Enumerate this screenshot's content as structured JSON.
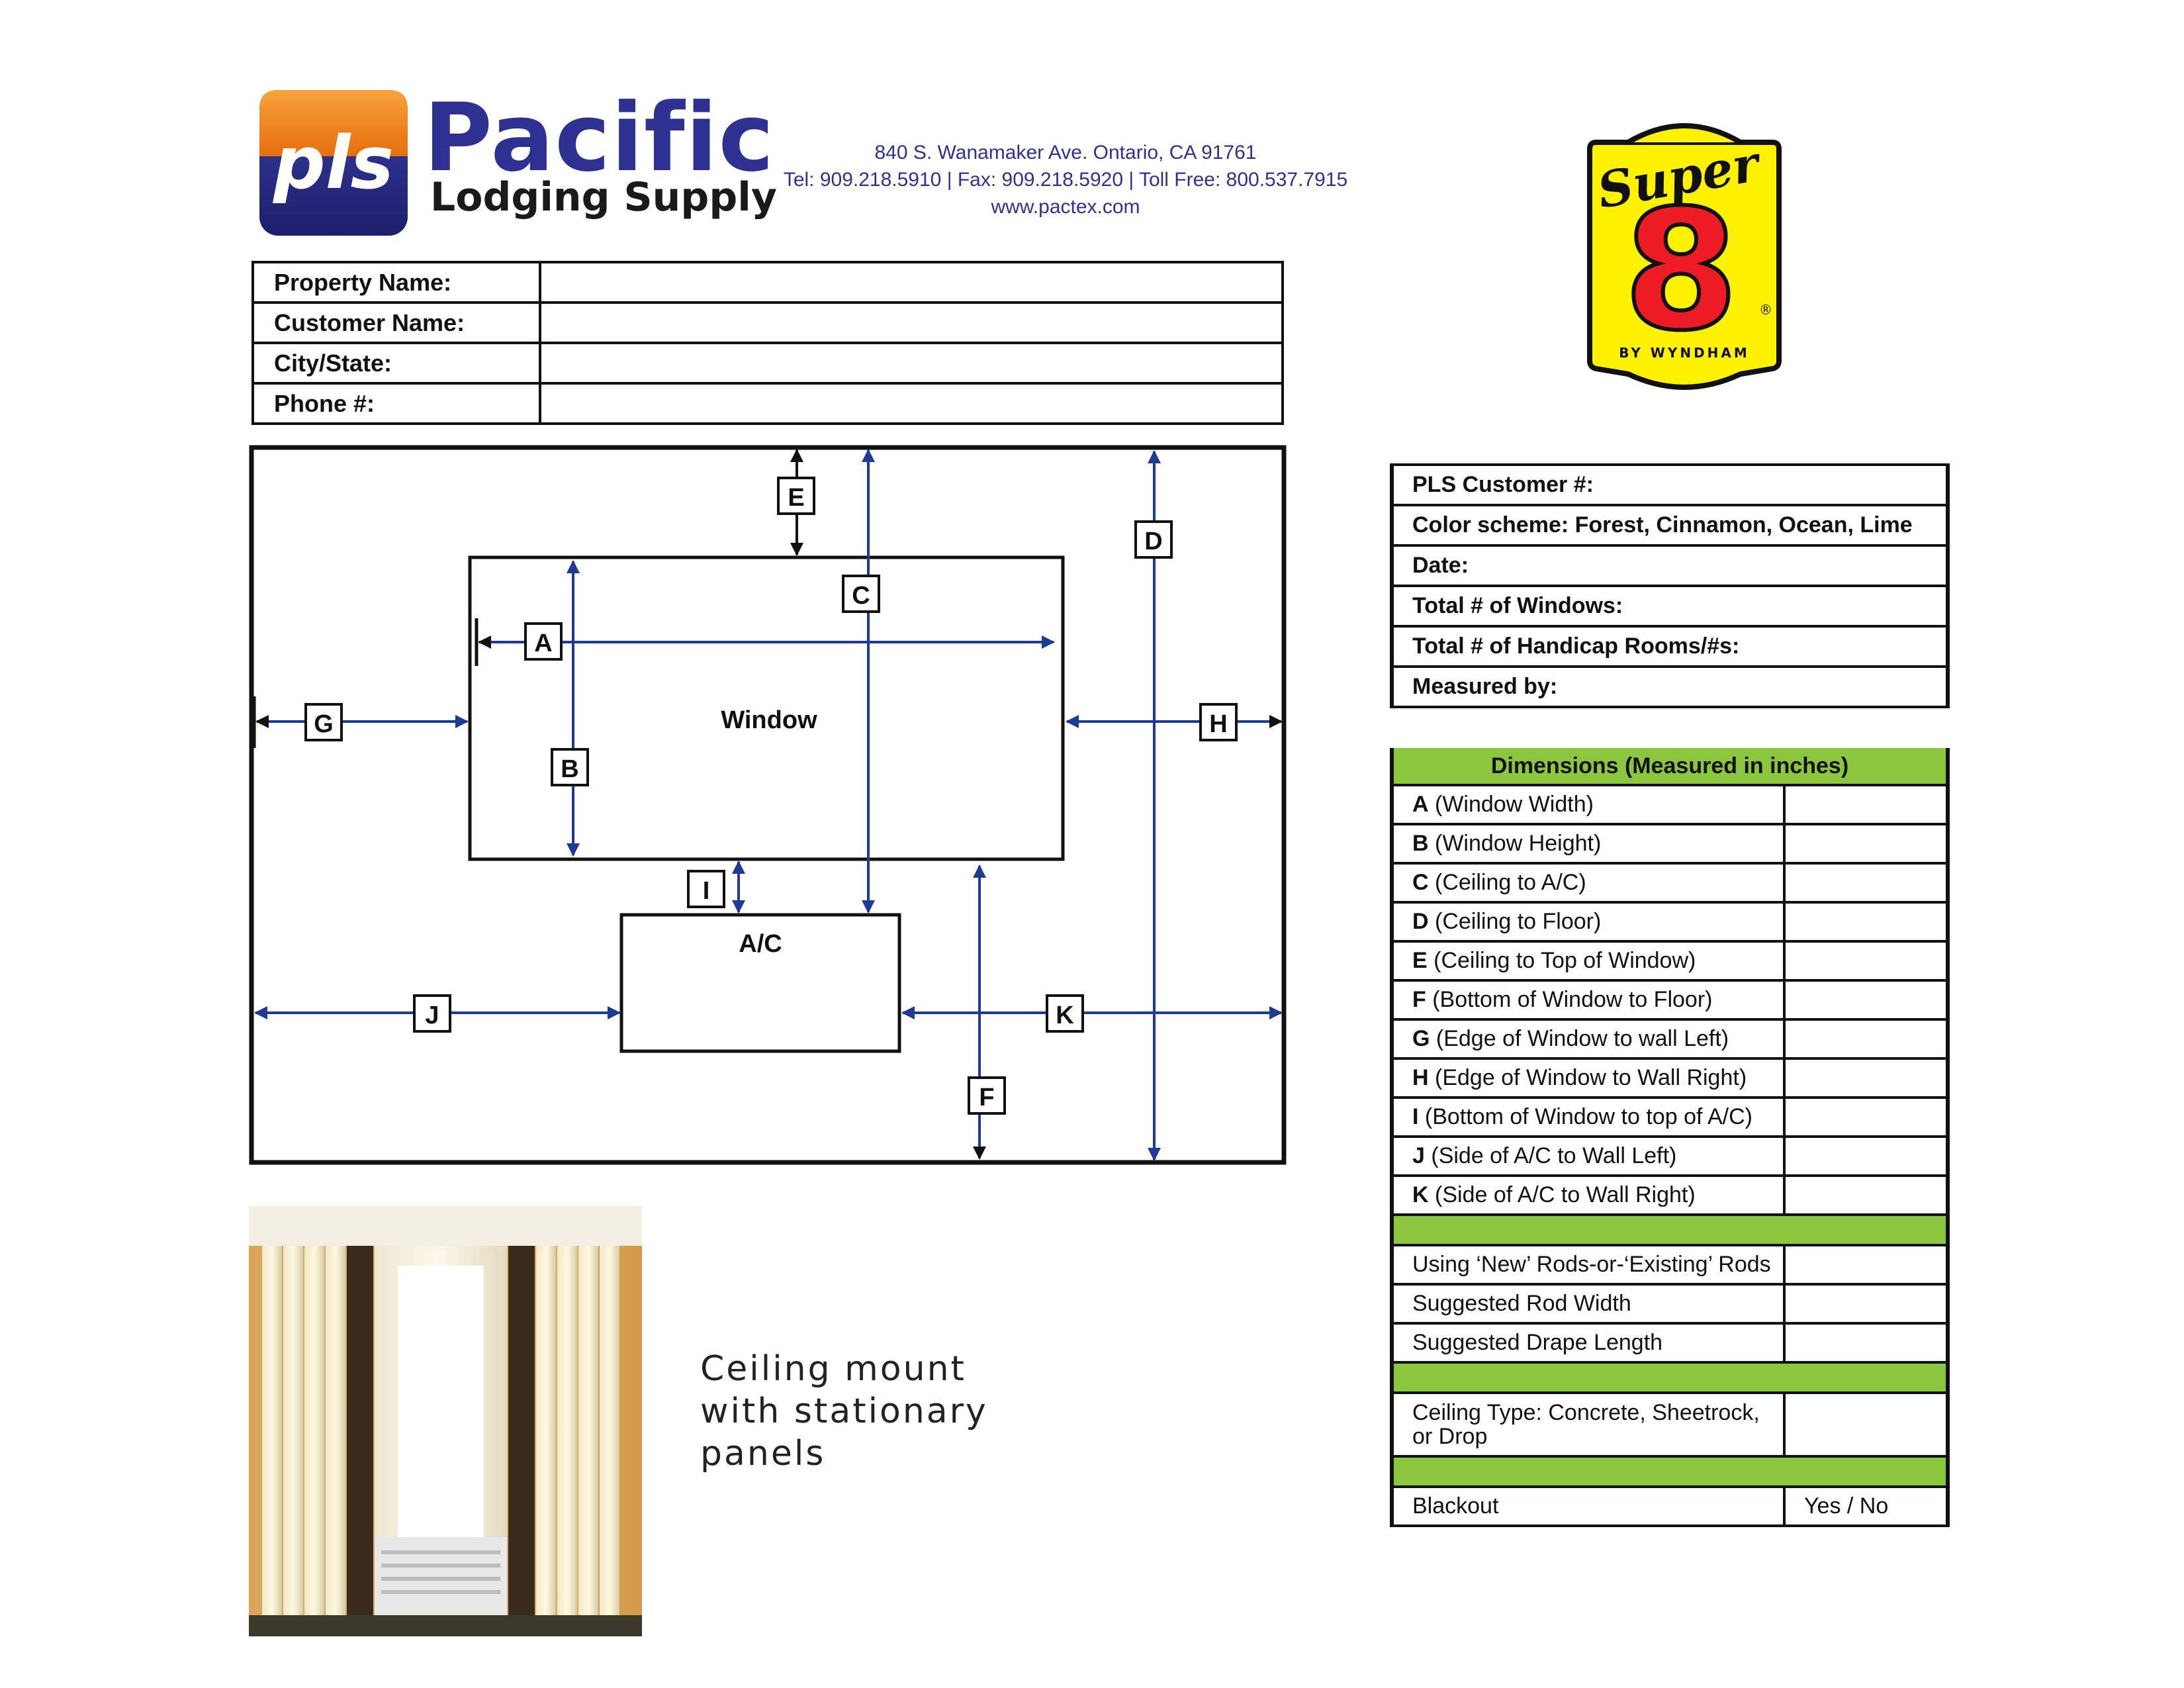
{
  "header": {
    "brand_line1": "Pacific",
    "brand_line2": "Lodging Supply",
    "brand_mark": "pls",
    "address": "840 S. Wanamaker Ave. Ontario, CA 91761",
    "contact": "Tel: 909.218.5910 | Fax: 909.218.5920 | Toll Free: 800.537.7915",
    "website": "www.pactex.com"
  },
  "super8_logo": {
    "word": "Super",
    "number": "8",
    "tagline": "BY WYNDHAM",
    "reg": "®"
  },
  "info_form": [
    {
      "label": "Property Name:",
      "value": ""
    },
    {
      "label": "Customer Name:",
      "value": ""
    },
    {
      "label": "City/State:",
      "value": ""
    },
    {
      "label": "Phone #:",
      "value": ""
    }
  ],
  "diagram": {
    "window_label": "Window",
    "ac_label": "A/C",
    "letters": [
      "A",
      "B",
      "C",
      "D",
      "E",
      "F",
      "G",
      "H",
      "I",
      "J",
      "K"
    ]
  },
  "caption": [
    "Ceiling mount",
    "with stationary",
    "panels"
  ],
  "customer_table": [
    "PLS Customer #:",
    "Color scheme: Forest, Cinnamon, Ocean, Lime",
    "Date:",
    "Total # of Windows:",
    "Total # of Handicap Rooms/#s:",
    "Measured by:"
  ],
  "dimensions": {
    "title": "Dimensions (Measured in inches)",
    "rows": [
      {
        "letter": "A",
        "desc": " (Window Width)"
      },
      {
        "letter": "B",
        "desc": " (Window Height)"
      },
      {
        "letter": "C",
        "desc": " (Ceiling to A/C)"
      },
      {
        "letter": "D",
        "desc": " (Ceiling to Floor)"
      },
      {
        "letter": "E",
        "desc": " (Ceiling to Top of Window)"
      },
      {
        "letter": "F",
        "desc": " (Bottom of Window to Floor)"
      },
      {
        "letter": "G",
        "desc": " (Edge of Window to wall Left)"
      },
      {
        "letter": "H",
        "desc": " (Edge of Window to Wall Right)"
      },
      {
        "letter": "I",
        "desc": " (Bottom of Window to top of A/C)"
      },
      {
        "letter": "J",
        "desc": " (Side of A/C to Wall Left)"
      },
      {
        "letter": "K",
        "desc": " (Side of A/C to Wall Right)"
      }
    ],
    "rods": [
      "Using ‘New’ Rods-or-‘Existing’ Rods",
      "Suggested Rod Width",
      "Suggested Drape Length"
    ],
    "ceiling": "Ceiling Type: Concrete, Sheetrock, or Drop",
    "blackout": "Blackout",
    "blackout_value": "Yes / No"
  },
  "colors": {
    "brand_blue": "#2e3192",
    "brand_orange": "#f7941d",
    "dimension_green": "#8cc63f",
    "arrow_blue": "#1f3a93",
    "super8_yellow": "#fff200",
    "super8_red": "#ed1c24"
  }
}
